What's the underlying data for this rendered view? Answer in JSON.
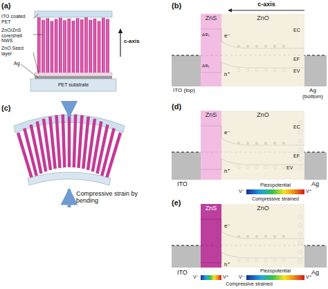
{
  "diagram": {
    "nodes": [
      {
        "text": [
          "ZnS"
        ]
      },
      {
        "text": [
          "ZnO"
        ]
      },
      {
        "text": [
          "ZnS"
        ]
      },
      {
        "text": [
          "ZnO"
        ]
      },
      {
        "text": [
          "ZnS"
        ]
      },
      {
        "text": [
          "ZnO"
        ]
      }
    ],
    "labels": [
      "(a)",
      "ITO coated PET",
      "ZnO/ZnS core/shell NWS",
      "ZnO Seed layer",
      "Ag",
      "PET substrate",
      "c-axis",
      "(b)",
      "c-axis",
      "ITO (top)",
      "Ag (bottom)",
      "EC",
      "EF",
      "EV",
      "ΔΦ₂",
      "ΔΦ₁",
      "e⁻",
      "h⁺",
      "(c)",
      "Compressive strain by bending",
      "(d)",
      "ITO",
      "Ag",
      "EC",
      "EF",
      "EV",
      "e⁻",
      "h⁺",
      "Piezopotential",
      "V⁻",
      "V⁺",
      "Compressive strained",
      "(e)",
      "ITO",
      "Ag",
      "e⁻",
      "h⁺",
      "Piezopotential",
      "V⁻",
      "V⁺",
      "V⁻",
      "V⁺",
      "Compressive strained"
    ]
  }
}
